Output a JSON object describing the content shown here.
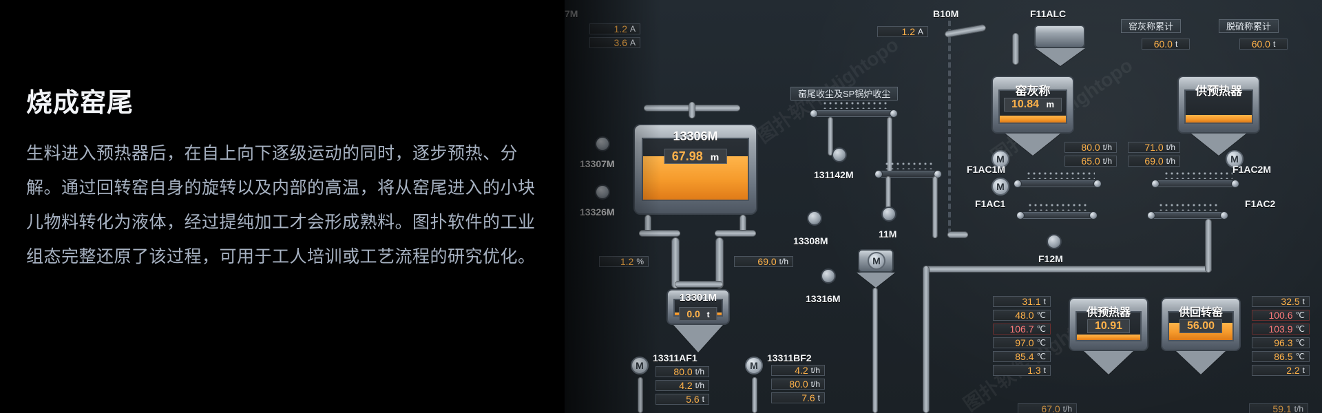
{
  "left": {
    "title": "烧成窑尾",
    "description": "生料进入预热器后，在自上向下逐级运动的同时，逐步预热、分解。通过回转窑自身的旋转以及内部的高温，将从窑尾进入的小块儿物料转化为液体，经过提纯加工才会形成熟料。图扑软件的工业组态完整还原了该过程，可用于工人培训或工艺流程的研究优化。"
  },
  "scada": {
    "labels": {
      "top_left_id": "7M",
      "b10m": "B10M",
      "f11alc": "F11ALC",
      "kiln_ash_total_tag": "窑灰称累计",
      "desulfur_total_tag": "脱硫称累计",
      "dust_tag": "窑尾收尘及SP锅炉收尘",
      "m13306": "13306M",
      "m13307": "13307M",
      "m13326": "13326M",
      "m131142": "131142M",
      "m11": "11M",
      "m13308": "13308M",
      "m13316": "13316M",
      "m13301": "13301M",
      "m13311af1": "13311AF1",
      "m13311bf2": "13311BF2",
      "f1ac1m": "F1AC1M",
      "f1ac2m": "F1AC2M",
      "f1ac1": "F1AC1",
      "f1ac2": "F1AC2",
      "f12m": "F12M",
      "kiln_ash_scale": "窑灰称",
      "preheater_supply": "供预热器",
      "preheater_supply_2": "供预热器",
      "rotary_return": "供回转窑"
    },
    "values": {
      "a_1": {
        "v": "1.2",
        "u": "A"
      },
      "a_2": {
        "v": "3.6",
        "u": "A"
      },
      "a_b10": {
        "v": "1.2",
        "u": "A"
      },
      "total_ash": {
        "v": "60.0",
        "u": "t"
      },
      "total_desulfur": {
        "v": "60.0",
        "u": "t"
      },
      "tank13306": {
        "v": "67.98",
        "u": "m"
      },
      "ash_scale_level": {
        "v": "10.84",
        "u": "m"
      },
      "pct": {
        "v": "1.2",
        "u": "%"
      },
      "th_69": {
        "v": "69.0",
        "u": "t/h"
      },
      "tank13301": {
        "v": "0.0",
        "u": "t"
      },
      "f_80": {
        "v": "80.0",
        "u": "t/h"
      },
      "f_65": {
        "v": "65.0",
        "u": "t/h"
      },
      "f_71": {
        "v": "71.0",
        "u": "t/h"
      },
      "f_69b": {
        "v": "69.0",
        "u": "t/h"
      },
      "af1_1": {
        "v": "80.0",
        "u": "t/h"
      },
      "af1_2": {
        "v": "4.2",
        "u": "t/h"
      },
      "af1_3": {
        "v": "5.6",
        "u": "t"
      },
      "bf2_1": {
        "v": "4.2",
        "u": "t/h"
      },
      "bf2_2": {
        "v": "80.0",
        "u": "t/h"
      },
      "bf2_3": {
        "v": "7.6",
        "u": "t"
      },
      "left_stack": [
        {
          "v": "31.1",
          "u": "t",
          "warn": false
        },
        {
          "v": "48.0",
          "u": "℃",
          "warn": false
        },
        {
          "v": "106.7",
          "u": "℃",
          "warn": true
        },
        {
          "v": "97.0",
          "u": "℃",
          "warn": false
        },
        {
          "v": "85.4",
          "u": "℃",
          "warn": false
        },
        {
          "v": "1.3",
          "u": "t",
          "warn": false
        }
      ],
      "right_stack": [
        {
          "v": "32.5",
          "u": "t",
          "warn": false
        },
        {
          "v": "100.6",
          "u": "℃",
          "warn": true
        },
        {
          "v": "103.9",
          "u": "℃",
          "warn": true
        },
        {
          "v": "96.3",
          "u": "℃",
          "warn": false
        },
        {
          "v": "86.5",
          "u": "℃",
          "warn": false
        },
        {
          "v": "2.2",
          "u": "t",
          "warn": false
        }
      ],
      "bottom_left": {
        "v": "67.0",
        "u": "t/h"
      },
      "bottom_right": {
        "v": "59.1",
        "u": "t/h"
      },
      "preheater_level": {
        "v": "10.91",
        "u": ""
      },
      "rotary_level": {
        "v": "56.00",
        "u": ""
      }
    },
    "badge_text": "M",
    "watermark": "图扑软件 Hightopo"
  }
}
